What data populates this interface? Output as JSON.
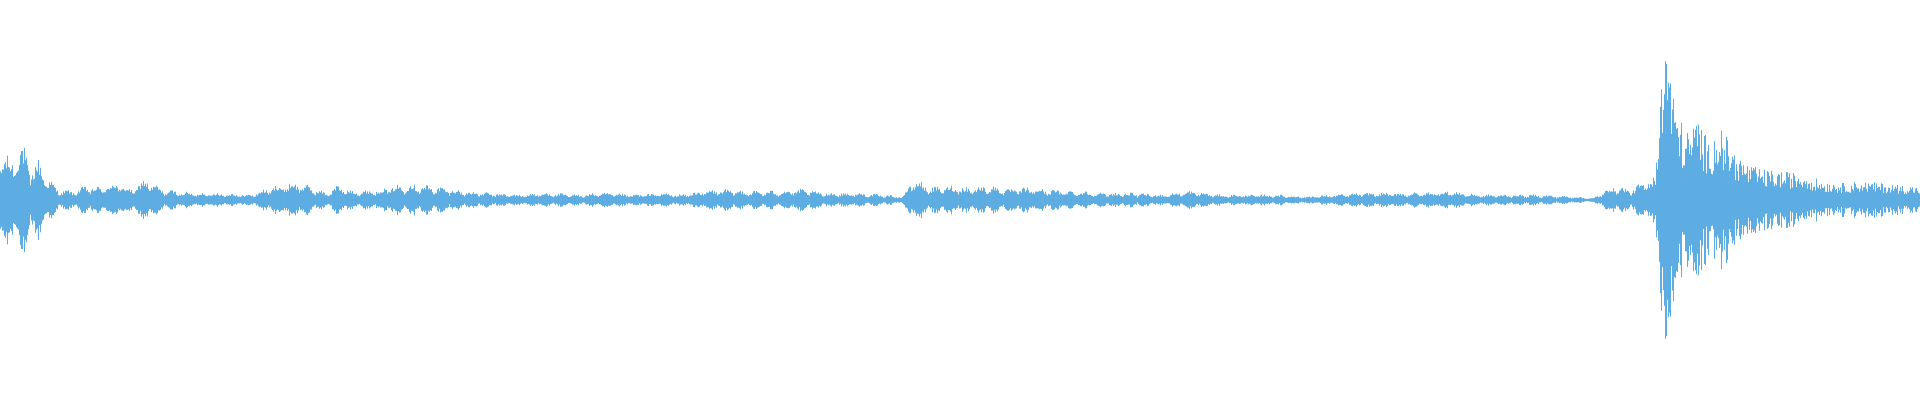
{
  "waveform": {
    "color": "#5DADE2",
    "background": "#FFFFFF",
    "amplitude_envelope": [
      {
        "t": 0.0,
        "a": 0.28
      },
      {
        "t": 0.005,
        "a": 0.22
      },
      {
        "t": 0.01,
        "a": 0.32
      },
      {
        "t": 0.013,
        "a": 0.28
      },
      {
        "t": 0.016,
        "a": 0.18
      },
      {
        "t": 0.02,
        "a": 0.22
      },
      {
        "t": 0.025,
        "a": 0.12
      },
      {
        "t": 0.03,
        "a": 0.06
      },
      {
        "t": 0.038,
        "a": 0.05
      },
      {
        "t": 0.045,
        "a": 0.08
      },
      {
        "t": 0.052,
        "a": 0.07
      },
      {
        "t": 0.06,
        "a": 0.1
      },
      {
        "t": 0.068,
        "a": 0.06
      },
      {
        "t": 0.076,
        "a": 0.12
      },
      {
        "t": 0.084,
        "a": 0.06
      },
      {
        "t": 0.092,
        "a": 0.05
      },
      {
        "t": 0.1,
        "a": 0.04
      },
      {
        "t": 0.115,
        "a": 0.04
      },
      {
        "t": 0.13,
        "a": 0.03
      },
      {
        "t": 0.143,
        "a": 0.08
      },
      {
        "t": 0.155,
        "a": 0.1
      },
      {
        "t": 0.17,
        "a": 0.04
      },
      {
        "t": 0.175,
        "a": 0.08
      },
      {
        "t": 0.185,
        "a": 0.05
      },
      {
        "t": 0.198,
        "a": 0.06
      },
      {
        "t": 0.205,
        "a": 0.08
      },
      {
        "t": 0.215,
        "a": 0.09
      },
      {
        "t": 0.23,
        "a": 0.07
      },
      {
        "t": 0.242,
        "a": 0.05
      },
      {
        "t": 0.255,
        "a": 0.04
      },
      {
        "t": 0.27,
        "a": 0.03
      },
      {
        "t": 0.285,
        "a": 0.04
      },
      {
        "t": 0.3,
        "a": 0.03
      },
      {
        "t": 0.315,
        "a": 0.04
      },
      {
        "t": 0.33,
        "a": 0.03
      },
      {
        "t": 0.345,
        "a": 0.04
      },
      {
        "t": 0.355,
        "a": 0.03
      },
      {
        "t": 0.365,
        "a": 0.05
      },
      {
        "t": 0.376,
        "a": 0.06
      },
      {
        "t": 0.39,
        "a": 0.05
      },
      {
        "t": 0.405,
        "a": 0.05
      },
      {
        "t": 0.418,
        "a": 0.06
      },
      {
        "t": 0.43,
        "a": 0.04
      },
      {
        "t": 0.445,
        "a": 0.04
      },
      {
        "t": 0.46,
        "a": 0.03
      },
      {
        "t": 0.47,
        "a": 0.02
      },
      {
        "t": 0.476,
        "a": 0.12
      },
      {
        "t": 0.485,
        "a": 0.07
      },
      {
        "t": 0.495,
        "a": 0.08
      },
      {
        "t": 0.505,
        "a": 0.07
      },
      {
        "t": 0.515,
        "a": 0.08
      },
      {
        "t": 0.525,
        "a": 0.06
      },
      {
        "t": 0.535,
        "a": 0.07
      },
      {
        "t": 0.545,
        "a": 0.06
      },
      {
        "t": 0.56,
        "a": 0.05
      },
      {
        "t": 0.575,
        "a": 0.04
      },
      {
        "t": 0.59,
        "a": 0.04
      },
      {
        "t": 0.605,
        "a": 0.03
      },
      {
        "t": 0.62,
        "a": 0.05
      },
      {
        "t": 0.635,
        "a": 0.03
      },
      {
        "t": 0.65,
        "a": 0.03
      },
      {
        "t": 0.665,
        "a": 0.03
      },
      {
        "t": 0.68,
        "a": 0.02
      },
      {
        "t": 0.695,
        "a": 0.03
      },
      {
        "t": 0.71,
        "a": 0.04
      },
      {
        "t": 0.725,
        "a": 0.04
      },
      {
        "t": 0.74,
        "a": 0.04
      },
      {
        "t": 0.755,
        "a": 0.05
      },
      {
        "t": 0.77,
        "a": 0.03
      },
      {
        "t": 0.785,
        "a": 0.03
      },
      {
        "t": 0.8,
        "a": 0.03
      },
      {
        "t": 0.82,
        "a": 0.02
      },
      {
        "t": 0.83,
        "a": 0.01
      },
      {
        "t": 0.84,
        "a": 0.08
      },
      {
        "t": 0.85,
        "a": 0.06
      },
      {
        "t": 0.862,
        "a": 0.14
      },
      {
        "t": 0.868,
        "a": 0.95
      },
      {
        "t": 0.872,
        "a": 0.55
      },
      {
        "t": 0.878,
        "a": 0.35
      },
      {
        "t": 0.885,
        "a": 0.45
      },
      {
        "t": 0.89,
        "a": 0.3
      },
      {
        "t": 0.896,
        "a": 0.4
      },
      {
        "t": 0.904,
        "a": 0.25
      },
      {
        "t": 0.912,
        "a": 0.18
      },
      {
        "t": 0.92,
        "a": 0.16
      },
      {
        "t": 0.93,
        "a": 0.15
      },
      {
        "t": 0.94,
        "a": 0.14
      },
      {
        "t": 0.95,
        "a": 0.1
      },
      {
        "t": 0.96,
        "a": 0.09
      },
      {
        "t": 0.97,
        "a": 0.1
      },
      {
        "t": 0.98,
        "a": 0.09
      },
      {
        "t": 0.99,
        "a": 0.08
      },
      {
        "t": 1.0,
        "a": 0.07
      }
    ]
  }
}
